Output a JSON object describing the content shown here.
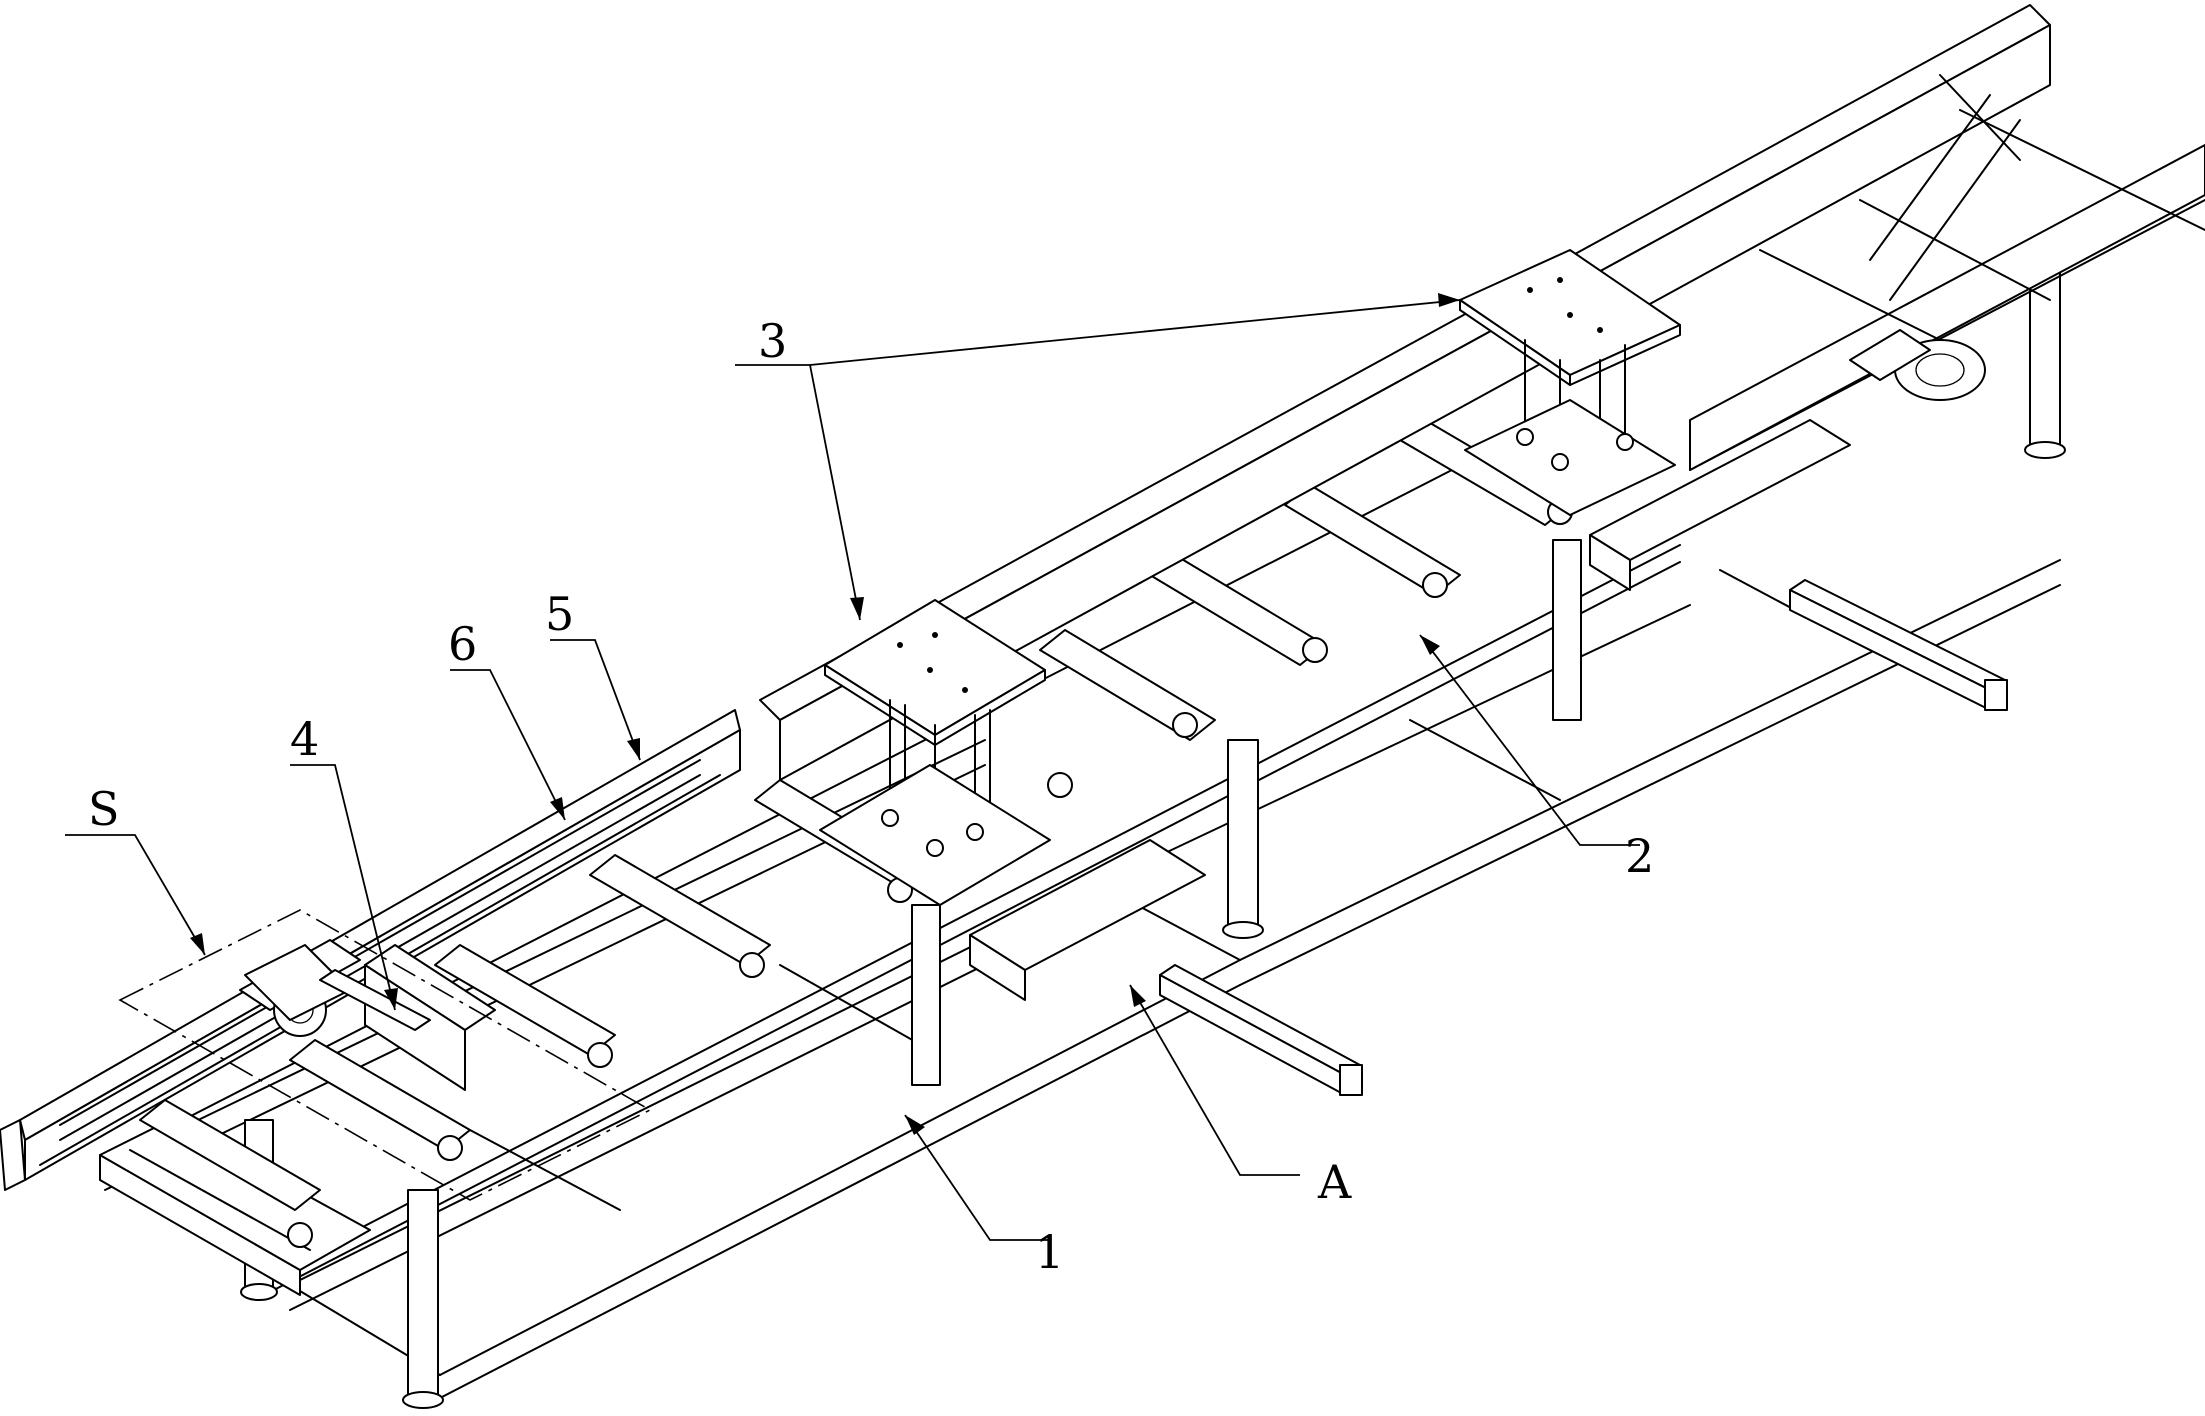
{
  "callouts": {
    "label_1": "1",
    "label_2": "2",
    "label_3": "3",
    "label_4": "4",
    "label_5": "5",
    "label_6": "6",
    "label_S": "S",
    "label_A": "A"
  }
}
